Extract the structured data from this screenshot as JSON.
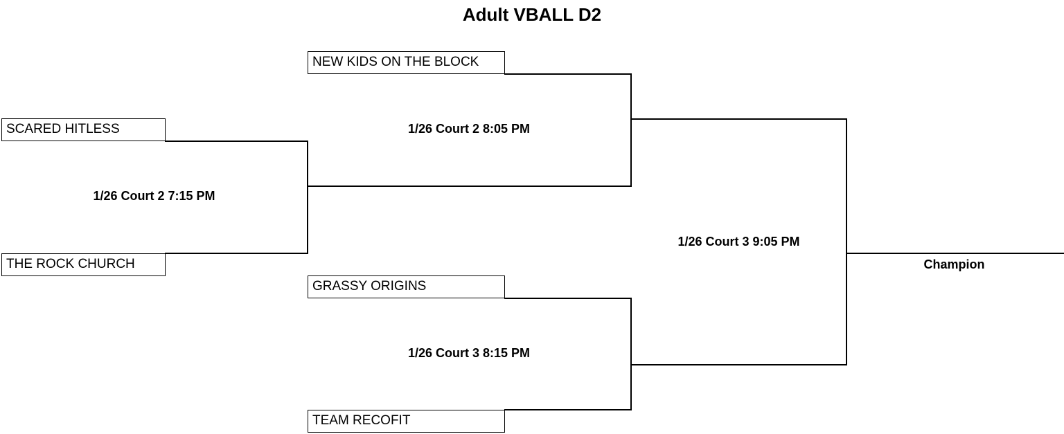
{
  "title": "Adult VBALL D2",
  "teams": {
    "scared_hitless": "SCARED HITLESS",
    "the_rock_church": "THE ROCK CHURCH",
    "new_kids_on_the_block": "NEW KIDS ON THE BLOCK",
    "grassy_origins": "GRASSY ORIGINS",
    "team_recofit": "TEAM RECOFIT"
  },
  "games": {
    "round1": "1/26 Court 2 7:15 PM",
    "semifinal_top": "1/26 Court 2 8:05 PM",
    "semifinal_bottom": "1/26 Court 3 8:15 PM",
    "final": "1/26 Court 3 9:05 PM"
  },
  "champion_label": "Champion"
}
